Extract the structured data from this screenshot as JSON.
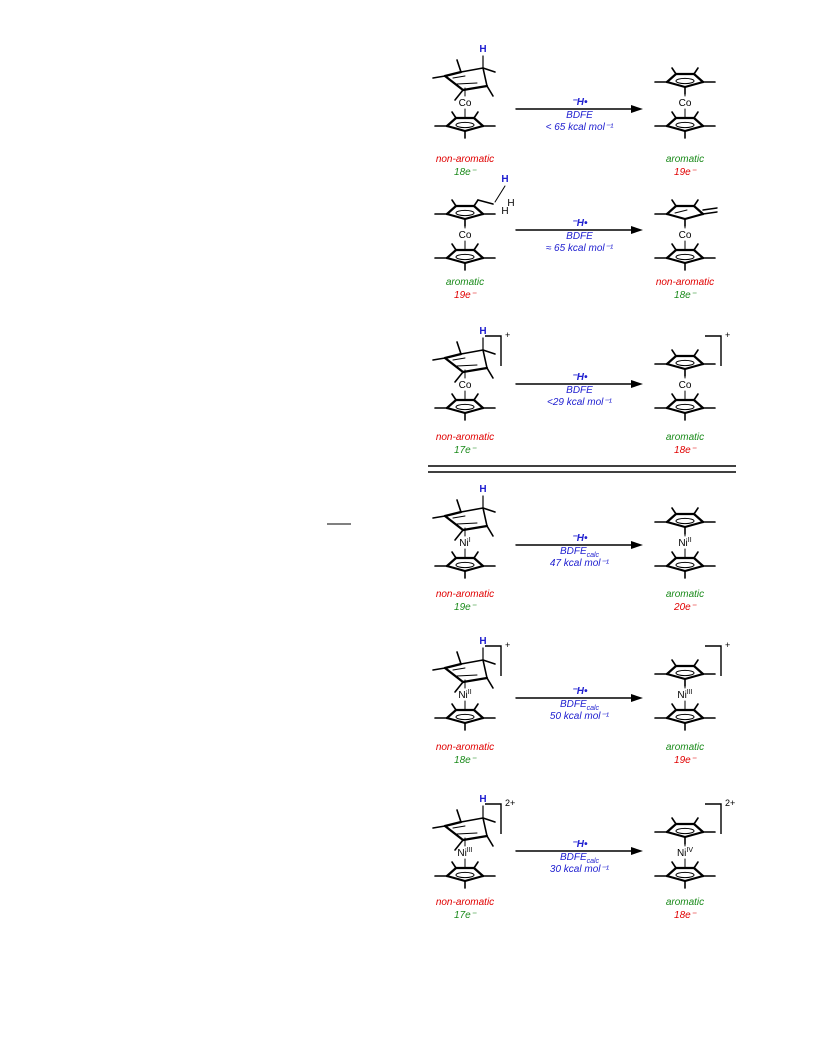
{
  "colors": {
    "red": "#e00000",
    "green": "#1a8a1a",
    "blue": "#2020d0",
    "black": "#000000"
  },
  "H_label": "H",
  "reactions": [
    {
      "metal": "Co",
      "metal_sup": "",
      "charge": "",
      "left_label": "non-aromatic",
      "left_e": "18e⁻",
      "right_label": "aromatic",
      "right_e": "19e⁻",
      "arrow_top": "⁻H•",
      "arrow_mid": "BDFE",
      "arrow_mid_sub": "",
      "arrow_bot": "< 65 kcal mol⁻¹",
      "right_metal": "Co",
      "right_metal_sup": "",
      "right_charge": ""
    },
    {
      "metal": "Co",
      "metal_sup": "",
      "charge": "",
      "left_label": "aromatic",
      "left_e": "19e⁻",
      "right_label": "non-aromatic",
      "right_e": "18e⁻",
      "arrow_top": "⁻H•",
      "arrow_mid": "BDFE",
      "arrow_mid_sub": "",
      "arrow_bot": "≈ 65 kcal mol⁻¹",
      "right_metal": "Co",
      "right_metal_sup": "",
      "right_charge": ""
    },
    {
      "metal": "Co",
      "metal_sup": "",
      "charge": "+",
      "left_label": "non-aromatic",
      "left_e": "17e⁻",
      "right_label": "aromatic",
      "right_e": "18e⁻",
      "arrow_top": "⁻H•",
      "arrow_mid": "BDFE",
      "arrow_mid_sub": "",
      "arrow_bot": "<29 kcal mol⁻¹",
      "right_metal": "Co",
      "right_metal_sup": "",
      "right_charge": "+"
    },
    {
      "metal": "Ni",
      "metal_sup": "I",
      "charge": "",
      "left_label": "non-aromatic",
      "left_e": "19e⁻",
      "right_label": "aromatic",
      "right_e": "20e⁻",
      "arrow_top": "⁻H•",
      "arrow_mid": "BDFE",
      "arrow_mid_sub": "calc",
      "arrow_bot": "47 kcal mol⁻¹",
      "right_metal": "Ni",
      "right_metal_sup": "II",
      "right_charge": ""
    },
    {
      "metal": "Ni",
      "metal_sup": "II",
      "charge": "+",
      "left_label": "non-aromatic",
      "left_e": "18e⁻",
      "right_label": "aromatic",
      "right_e": "19e⁻",
      "arrow_top": "⁻H•",
      "arrow_mid": "BDFE",
      "arrow_mid_sub": "calc",
      "arrow_bot": "50 kcal mol⁻¹",
      "right_metal": "Ni",
      "right_metal_sup": "III",
      "right_charge": "+"
    },
    {
      "metal": "Ni",
      "metal_sup": "III",
      "charge": "2+",
      "left_label": "non-aromatic",
      "left_e": "17e⁻",
      "right_label": "aromatic",
      "right_e": "18e⁻",
      "arrow_top": "⁻H•",
      "arrow_mid": "BDFE",
      "arrow_mid_sub": "calc",
      "arrow_bot": "30 kcal mol⁻¹",
      "right_metal": "Ni",
      "right_metal_sup": "IV",
      "right_charge": "2+"
    }
  ]
}
